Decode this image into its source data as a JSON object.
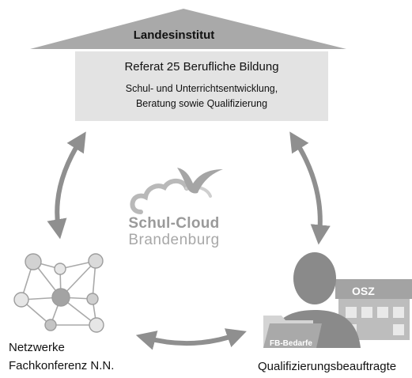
{
  "header": {
    "roof_label": "Landesinstitut",
    "title": "Referat 25 Berufliche Bildung",
    "line1": "Schul- und Unterrichtsentwicklung,",
    "line2": "Beratung sowie Qualifizierung"
  },
  "logo": {
    "name": "Schul-Cloud",
    "region": "Brandenburg"
  },
  "network": {
    "line1": "Netzwerke",
    "line2": "Fachkonferenz N.N."
  },
  "person": {
    "label": "Qualifizierungsbeauftragte",
    "building_label": "OSZ",
    "folder_label": "FB-Bedarfe"
  },
  "colors": {
    "roof": "#a9a9a9",
    "box": "#e3e3e3",
    "arrows": "#8f8f8f",
    "person": "#8a8a8a",
    "building": "#bdbdbd"
  }
}
